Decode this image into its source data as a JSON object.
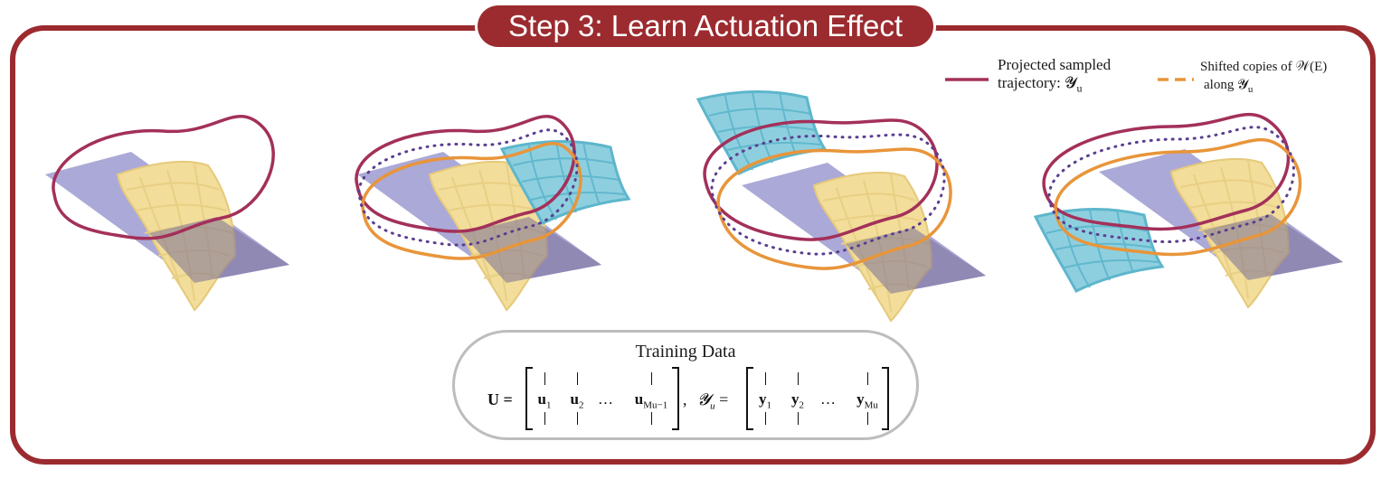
{
  "title": "Step 3: Learn Actuation Effect",
  "legend": {
    "trajectory_line1": "Projected sampled",
    "trajectory_line2": "trajectory: 𝓨",
    "trajectory_sub": "u",
    "shifted_line1": "Shifted copies of 𝒲(E)",
    "shifted_line2": "along 𝓨",
    "shifted_sub": "u"
  },
  "training": {
    "title": "Training Data",
    "U_label": "U =",
    "u1": "u",
    "u1_sub": "1",
    "u2": "u",
    "u2_sub": "2",
    "uM": "u",
    "uM_sub": "Mu−1",
    "dots": "…",
    "comma": ",",
    "Y_label": "𝓨",
    "Y_sub": "u",
    "Y_eq": "=",
    "y1": "y",
    "y1_sub": "1",
    "y2": "y",
    "y2_sub": "2",
    "yM": "y",
    "yM_sub": "Mu"
  },
  "colors": {
    "frame": "#9b2b2f",
    "trajectory": "#a3305a",
    "shifted": "#e8953a",
    "dots": "#5a3f8f",
    "plane": "#9c9ad0",
    "surface": "#f2dd9a",
    "copy": "#8ecfdf"
  }
}
